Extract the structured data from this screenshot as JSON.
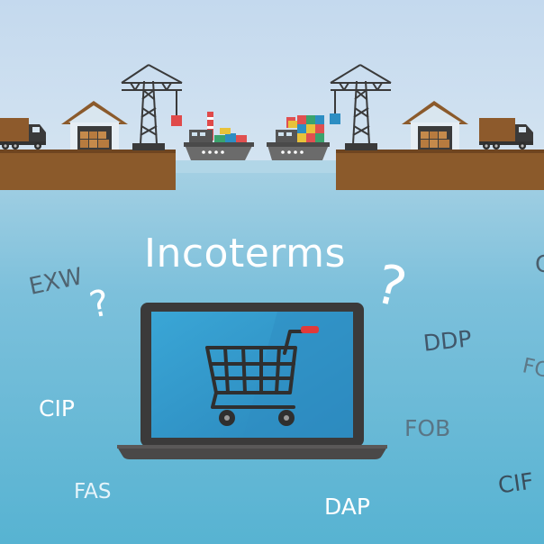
{
  "title": "Incoterms",
  "terms": {
    "exw": "EXW",
    "ddp": "DDP",
    "cip": "CIP",
    "fob": "FOB",
    "fas": "FAS",
    "dap": "DAP",
    "cif": "CIF",
    "partial_right_top": "C",
    "partial_right_mid": "FC"
  },
  "question_mark": "?",
  "colors": {
    "sky": "#c7dcef",
    "water_top": "#a3cfe4",
    "water_bottom": "#5fb6d3",
    "ground": "#8a5a2b",
    "laptop_frame": "#3b3a3a",
    "screen": "#2d8ec3",
    "cart_handle": "#e03a3a"
  }
}
